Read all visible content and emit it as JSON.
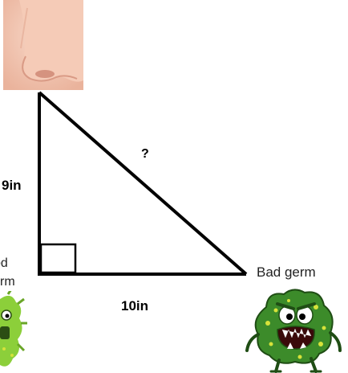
{
  "labels": {
    "left_side": "9in",
    "hypotenuse": "?",
    "bottom_side": "10in",
    "bad_germ": "Bad germ",
    "good_germ_line1": "od",
    "good_germ_line2": "rm"
  },
  "icons": {
    "nose": "nose-image",
    "bad_germ": "bad-germ-monster",
    "good_germ": "good-germ-monster"
  },
  "colors": {
    "triangle": "#000000",
    "germ_green": "#3c8b2a",
    "germ_spots": "#d6e23a",
    "good_germ_green": "#8ccf3a",
    "skin": "#f2c5b0"
  }
}
